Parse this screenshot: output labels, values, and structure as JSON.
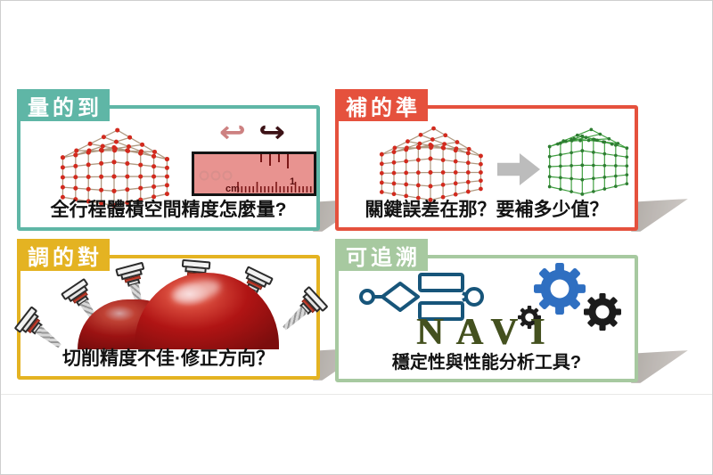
{
  "panels": {
    "measure": {
      "tag": "量的到",
      "caption": "全行程體積空間精度怎麼量?",
      "accent": "#5fb6a6"
    },
    "compensate": {
      "tag": "補的準",
      "caption": "關鍵誤差在那？要補多少值？",
      "accent": "#e5513d"
    },
    "tune": {
      "tag": "調的對",
      "caption": "切削精度不佳·修正方向？",
      "accent": "#e4b322"
    },
    "trace": {
      "tag": "可追溯",
      "caption": "穩定性與性能分析工具?",
      "accent": "#a7c9a0",
      "navi_text": "NAVI",
      "navi_color": "#44511f"
    }
  },
  "graphics": {
    "cube_red": {
      "line": "#b09a82",
      "node": "#d22a1e"
    },
    "cube_green": {
      "line": "#3d9e3d",
      "node": "#2e7d32"
    },
    "ruler": {
      "body": "#e89390",
      "tick": "#7a1616",
      "label_cm": "cm",
      "label_1": "1"
    },
    "icons": {
      "curl_left_arrow": "↩",
      "curl_right_arrow": "↪"
    },
    "arrow_gray": "#bcbcbc",
    "flowchart_blue": "#17557a",
    "gear_blue": "#2f6fc1",
    "gear_black": "#1c1c1c",
    "dome_red": "#b01414"
  }
}
